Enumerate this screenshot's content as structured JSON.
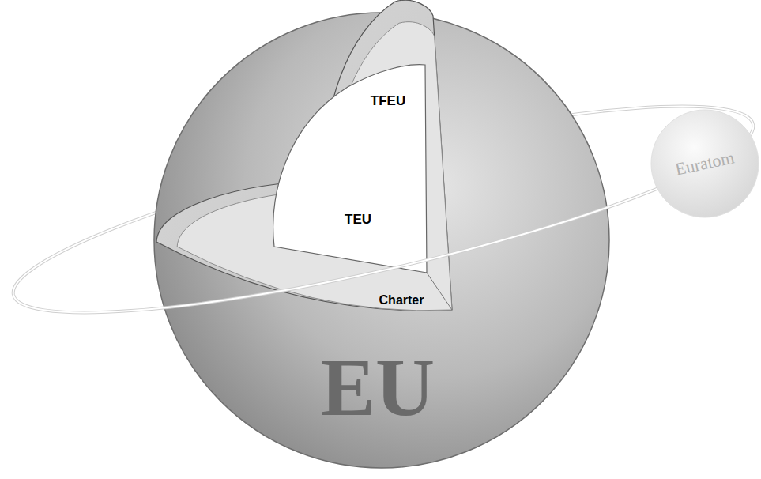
{
  "diagram": {
    "nodes": [
      {
        "text": [
          "EU"
        ]
      },
      {
        "text": [
          "TFEU"
        ],
        "in": 0
      },
      {
        "text": [
          "TEU"
        ],
        "in": 1
      },
      {
        "text": [
          "Charter"
        ],
        "in": 0
      },
      {
        "text": [
          "Euratom"
        ]
      }
    ]
  }
}
